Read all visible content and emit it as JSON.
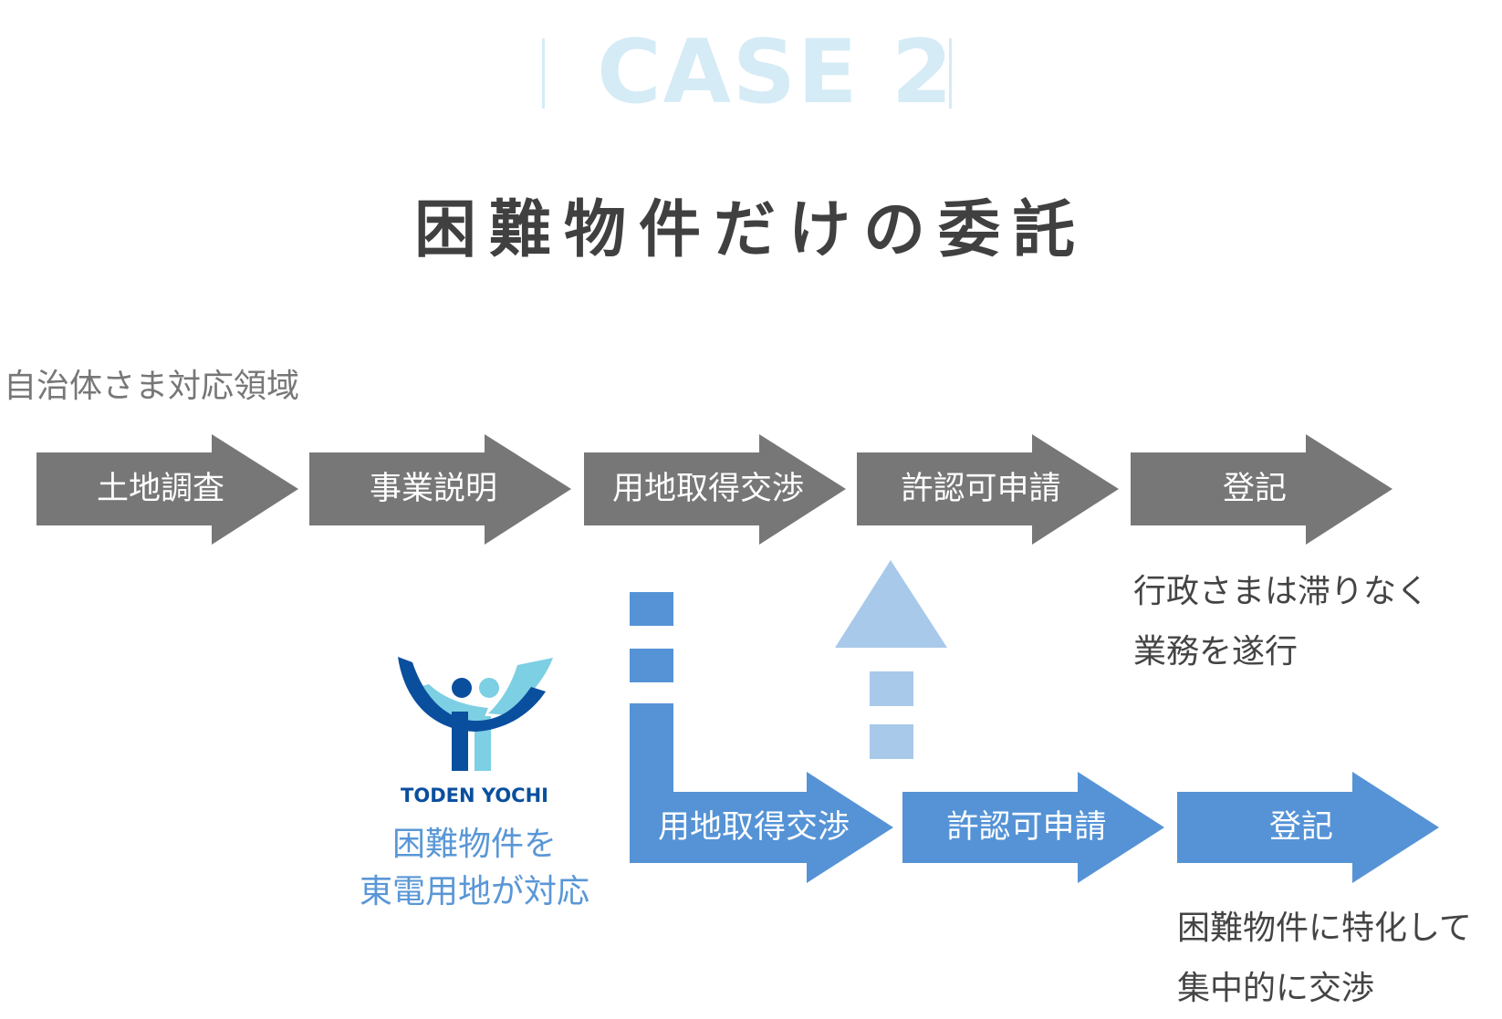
{
  "header": {
    "case_label": "CASE 2",
    "title": "困難物件だけの委託"
  },
  "municipality": {
    "region_label": "自治体さま対応領域",
    "steps": [
      "土地調査",
      "事業説明",
      "用地取得交渉",
      "許認可申請",
      "登記"
    ],
    "note_lines": [
      "行政さまは滞りなく",
      "業務を遂行"
    ]
  },
  "toden": {
    "logo_text": "TODEN YOCHI",
    "note_lines": [
      "困難物件を",
      "東電用地が対応"
    ],
    "steps": [
      "用地取得交渉",
      "許認可申請",
      "登記"
    ],
    "note_lines_right": [
      "困難物件に特化して",
      "集中的に交渉"
    ]
  },
  "colors": {
    "gray_arrow": "#777777",
    "blue_arrow": "#5593d6",
    "light_blue_arrow": "#a8c9ea",
    "case_title": "#d5ebf6",
    "logo_dark": "#0a4f9e",
    "logo_light": "#7dcfe3"
  }
}
